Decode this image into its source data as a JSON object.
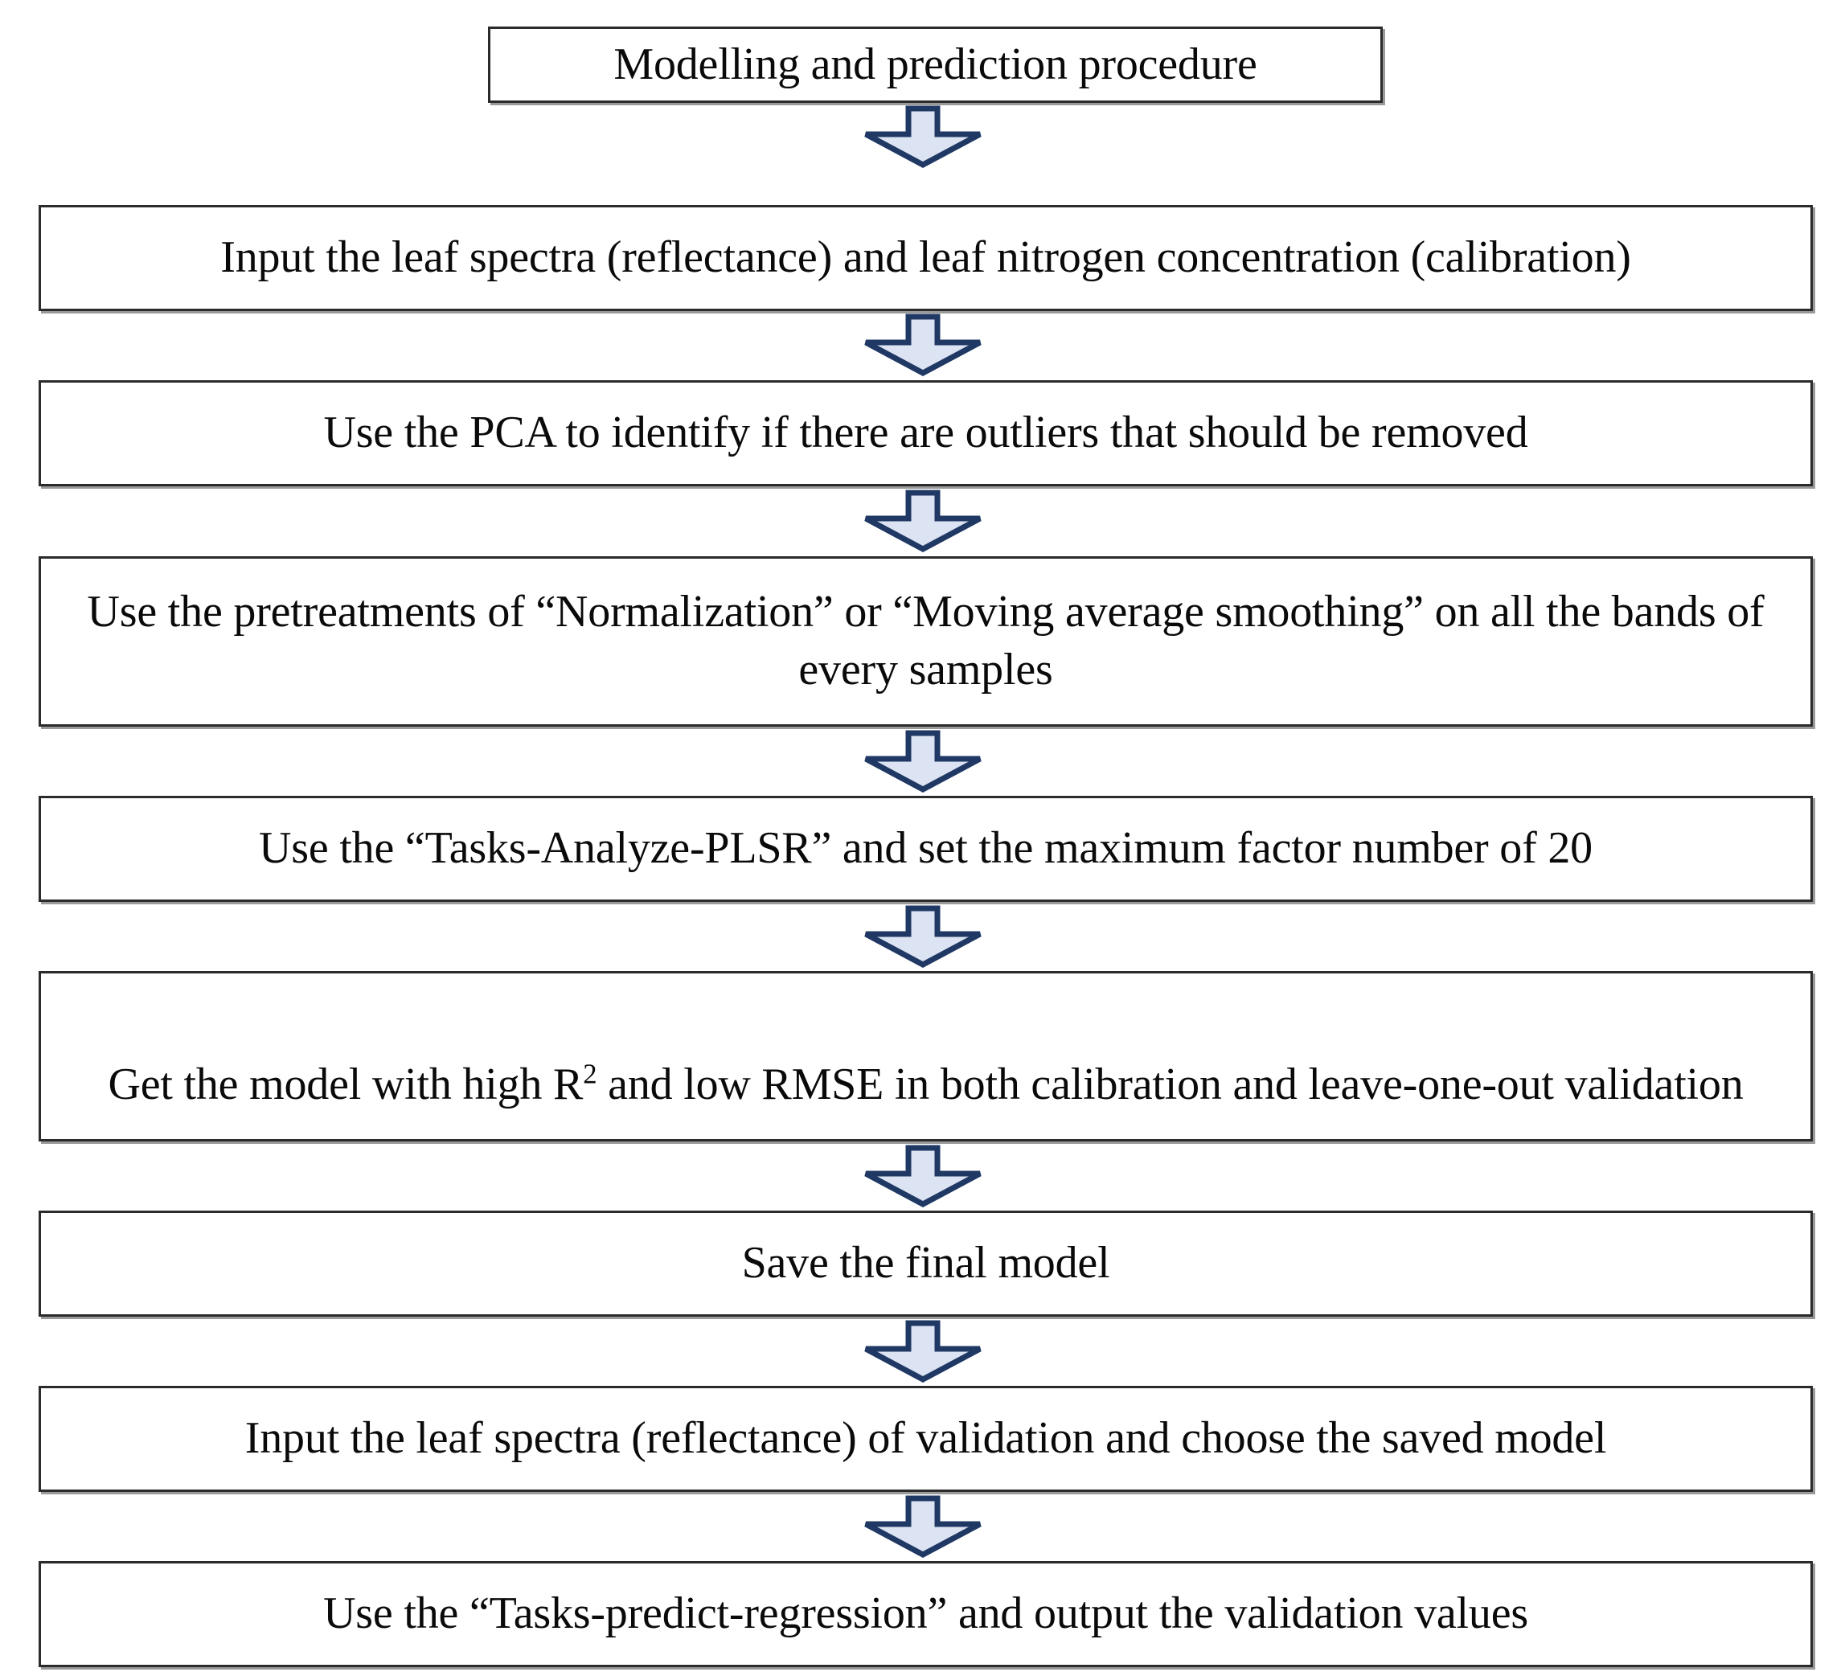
{
  "figure": {
    "kind": "flowchart",
    "orientation": "top-to-bottom",
    "title": "Modelling and prediction procedure",
    "connector_icon": "down-block-arrow-icon",
    "colors": {
      "page_background": "#ffffff",
      "node_fill": "#ffffff",
      "node_border": "#2b2b2b",
      "node_shadow": "#9a9a9a",
      "text": "#0a0a0a",
      "arrow_outline": "#1f3864",
      "arrow_fill": "#dce3f2"
    }
  },
  "nodes": [
    {
      "id": "title",
      "text": "Modelling and prediction procedure",
      "has_superscript": false
    },
    {
      "id": "input-calibration",
      "text": "Input the leaf spectra (reflectance) and leaf nitrogen concentration (calibration)",
      "has_superscript": false
    },
    {
      "id": "pca-outliers",
      "text": "Use the PCA to identify if there are outliers that should be removed",
      "has_superscript": false
    },
    {
      "id": "pretreatments",
      "text": "Use the pretreatments of “Normalization” or “Moving average smoothing” on all the bands of every samples",
      "has_superscript": false
    },
    {
      "id": "plsr-factors",
      "text": "Use the “Tasks-Analyze-PLSR” and set the maximum factor number of 20",
      "has_superscript": false
    },
    {
      "id": "model-quality",
      "text_before_sup": "Get the model with high R",
      "superscript": "2",
      "text_after_sup": " and low RMSE in both calibration and leave-one-out validation",
      "has_superscript": true
    },
    {
      "id": "save-model",
      "text": "Save the final model",
      "has_superscript": false
    },
    {
      "id": "input-validation",
      "text": "Input the leaf spectra (reflectance) of validation and choose the saved model",
      "has_superscript": false
    },
    {
      "id": "predict-regression",
      "text": "Use the “Tasks-predict-regression” and output the validation values",
      "has_superscript": false
    }
  ],
  "connectors": [
    {
      "id": "arrow-1",
      "from": "title",
      "to": "input-calibration"
    },
    {
      "id": "arrow-2",
      "from": "input-calibration",
      "to": "pca-outliers"
    },
    {
      "id": "arrow-3",
      "from": "pca-outliers",
      "to": "pretreatments"
    },
    {
      "id": "arrow-4",
      "from": "pretreatments",
      "to": "plsr-factors"
    },
    {
      "id": "arrow-5",
      "from": "plsr-factors",
      "to": "model-quality"
    },
    {
      "id": "arrow-6",
      "from": "model-quality",
      "to": "save-model"
    },
    {
      "id": "arrow-7",
      "from": "save-model",
      "to": "input-validation"
    },
    {
      "id": "arrow-8",
      "from": "input-validation",
      "to": "predict-regression"
    }
  ]
}
